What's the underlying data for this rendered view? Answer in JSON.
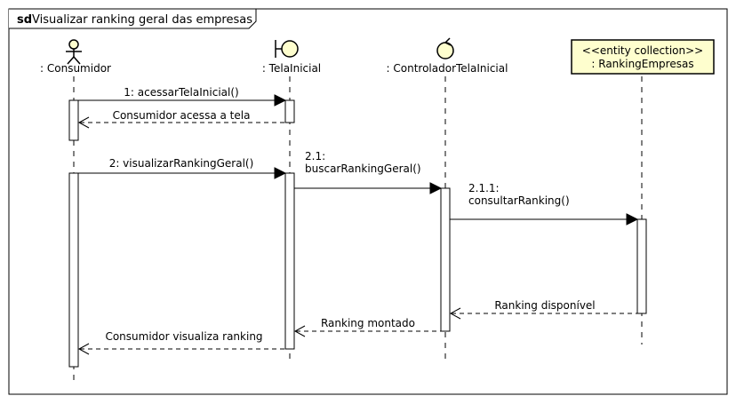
{
  "frame": {
    "keyword": "sd",
    "title": "Visualizar ranking geral das empresas"
  },
  "participants": [
    {
      "id": "consumidor",
      "label": ": Consumidor",
      "icon": "actor-icon"
    },
    {
      "id": "telainicial",
      "label": ": TelaInicial",
      "icon": "boundary-icon"
    },
    {
      "id": "controlador",
      "label": ": ControladorTelaInicial",
      "icon": "control-icon"
    },
    {
      "id": "ranking",
      "stereotype": "<<entity collection>>",
      "label": ": RankingEmpresas",
      "icon": "entity-box",
      "box_color": "#fefece"
    }
  ],
  "messages": {
    "m1": {
      "label": "1: acessarTelaInicial()"
    },
    "r1": {
      "label": "Consumidor acessa a tela"
    },
    "m2": {
      "label": "2: visualizarRankingGeral()"
    },
    "m21": {
      "line1": "2.1:",
      "line2": "buscarRankingGeral()"
    },
    "m211": {
      "line1": "2.1.1:",
      "line2": "consultarRanking()"
    },
    "r211": {
      "label": "Ranking disponível"
    },
    "r21": {
      "label": "Ranking montado"
    },
    "r2": {
      "label": "Consumidor visualiza ranking"
    }
  }
}
